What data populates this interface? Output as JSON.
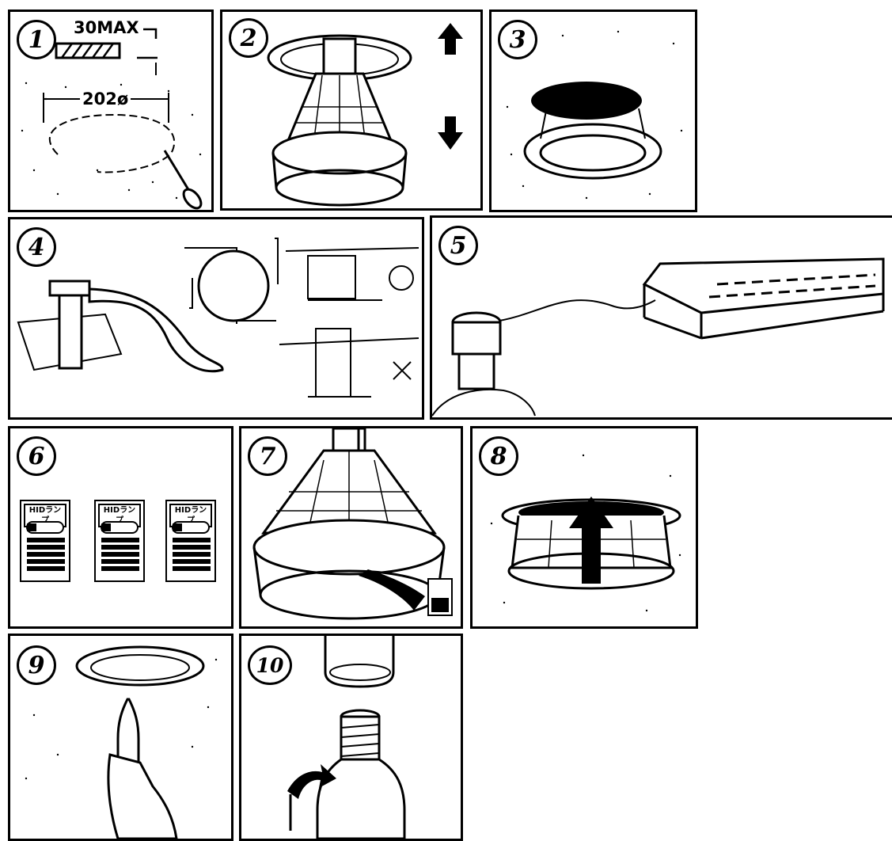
{
  "steps": [
    {
      "number": "1",
      "labels": {
        "depth": "30MAX",
        "diameter": "202ø"
      }
    },
    {
      "number": "2"
    },
    {
      "number": "3"
    },
    {
      "number": "4"
    },
    {
      "number": "5"
    },
    {
      "number": "6",
      "cards": [
        {
          "title": "HIDランプ"
        },
        {
          "title": "HIDランプ"
        },
        {
          "title": "HIDランプ"
        }
      ]
    },
    {
      "number": "7"
    },
    {
      "number": "8"
    },
    {
      "number": "9"
    },
    {
      "number": "10"
    }
  ],
  "colors": {
    "ink": "#000000",
    "paper": "#ffffff"
  },
  "icons": [
    "saw-icon",
    "arrow-up-icon",
    "arrow-down-icon",
    "cross-mark-icon",
    "arrow-icon"
  ]
}
